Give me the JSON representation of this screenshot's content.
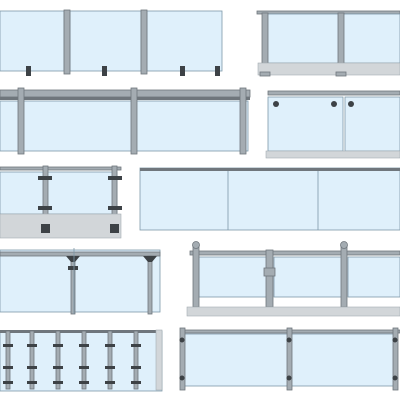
{
  "colors": {
    "background": "#ffffff",
    "glass": "#dff0fb",
    "glass_edge": "#7e98a8",
    "metal_dark": "#6f767c",
    "metal_mid": "#a4acb2",
    "metal_light": "#dde2e6",
    "base": "#d2d6d9",
    "clamp": "#3d4246"
  },
  "railings": [
    {
      "id": "frameless-spigot",
      "style": "spigot glass balustrade",
      "panels": 3
    },
    {
      "id": "post-top-rail-short",
      "style": "post with top rail",
      "panels": 2
    },
    {
      "id": "wide-handrail",
      "style": "wide handrail over glass",
      "panels": 3
    },
    {
      "id": "standoff-handrail",
      "style": "handrail on standoffs",
      "panels": 2
    },
    {
      "id": "clamp-post-small",
      "style": "post with glass clamps",
      "panels": 1
    },
    {
      "id": "top-channel",
      "style": "continuous top channel",
      "panels": 3
    },
    {
      "id": "overhang-top-rail",
      "style": "top rail with T brackets",
      "panels": 2
    },
    {
      "id": "ornate-post",
      "style": "ornate posts with top rail",
      "panels": 2
    },
    {
      "id": "multi-post-picket",
      "style": "multi post with clamps",
      "panels": 1
    },
    {
      "id": "frameless-bottom",
      "style": "post and rail glass",
      "panels": 3
    }
  ]
}
